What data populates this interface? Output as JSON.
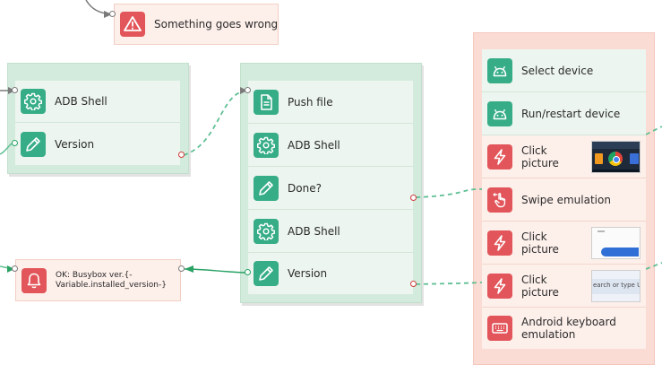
{
  "nodes": {
    "error": "Something goes wrong",
    "adb_shell_1": "ADB Shell",
    "version_1": "Version",
    "push_file": "Push file",
    "adb_shell_2": "ADB Shell",
    "done": "Done?",
    "adb_shell_3": "ADB Shell",
    "version_2": "Version",
    "ok_message": "OK: Busybox ver.{-Variable.installed_version-}",
    "select_device": "Select device",
    "run_restart": "Run/restart device",
    "click_picture_1": "Click picture",
    "swipe": "Swipe emulation",
    "click_picture_2": "Click picture",
    "click_picture_3": "Click picture",
    "keyboard": "Android keyboard emulation"
  },
  "thumbnails": {
    "third": "earch or type U"
  },
  "icons": {
    "error": "warning-icon",
    "adb_shell": "gear-icon",
    "version": "pencil-icon",
    "push_file": "file-icon",
    "done": "pencil-icon",
    "ok_message": "bell-icon",
    "select_device": "android-icon",
    "run_restart": "android-icon",
    "click_picture": "lightning-icon",
    "swipe": "touch-swipe-icon",
    "keyboard": "keyboard-icon"
  },
  "colors": {
    "green_accent": "#36ad87",
    "red_accent": "#e2555a",
    "green_wire": "#5fbf94",
    "gray_wire": "#7a7a7a"
  }
}
